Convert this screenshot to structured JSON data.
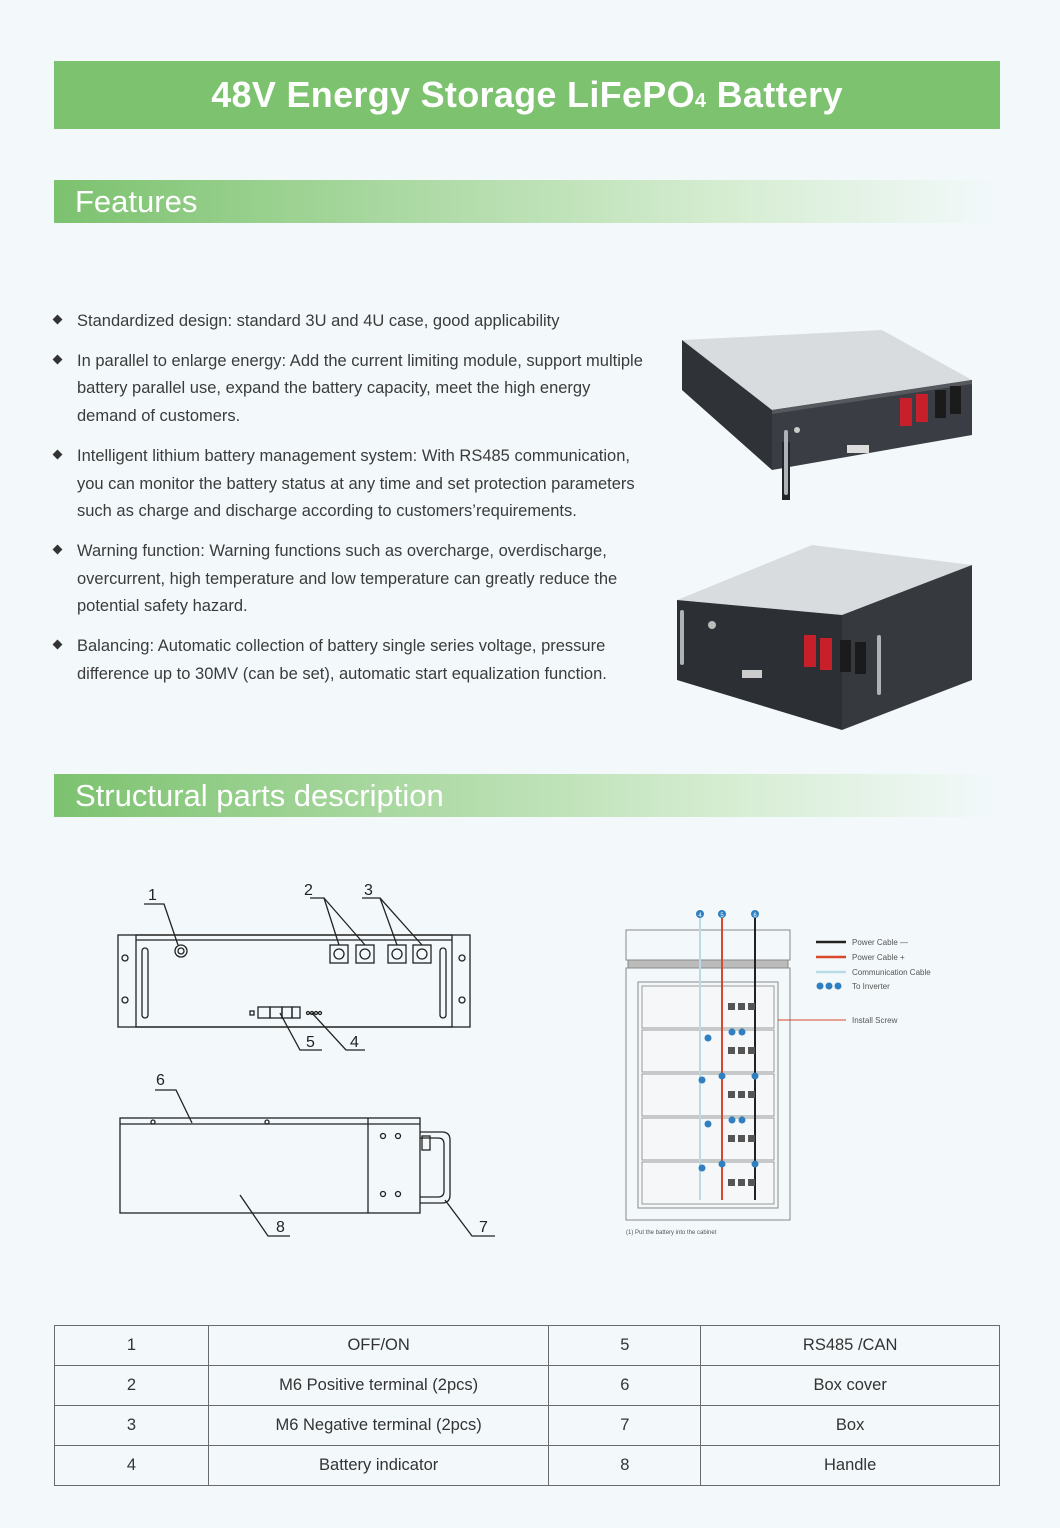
{
  "header": {
    "title_main": "48V Energy Storage LiFePO",
    "title_sub": "4",
    "title_end": " Battery"
  },
  "sections": {
    "features": "Features",
    "structural": "Structural parts description"
  },
  "features": [
    "Standardized design: standard 3U and 4U case, good applicability",
    "In parallel to enlarge energy: Add the current limiting module, support multiple battery parallel use, expand the battery capacity, meet the high energy demand of customers.",
    "Intelligent lithium battery management system:  With RS485 communication, you can monitor the battery status at any time and set protection parameters such as charge and discharge according to customers’requirements.",
    "Warning function: Warning functions such as overcharge, overdischarge, overcurrent, high temperature and low temperature can greatly reduce the potential safety hazard.",
    "Balancing: Automatic collection of battery single series voltage, pressure difference up to 30MV (can be set), automatic start equalization function."
  ],
  "diagram_labels": [
    "1",
    "2",
    "3",
    "4",
    "5",
    "6",
    "7",
    "8"
  ],
  "legend": {
    "power_neg": "Power Cable —",
    "power_pos": "Power Cable +",
    "comm": "Communication Cable",
    "inverter": "To Inverter",
    "inverter_nums": [
      "4",
      "5",
      "6"
    ],
    "install": "Install Screw",
    "caption": "(1) Put the battery into the cabinet"
  },
  "parts_table": [
    [
      "1",
      "OFF/ON",
      "5",
      "RS485 /CAN"
    ],
    [
      "2",
      "M6 Positive terminal (2pcs)",
      "6",
      "Box cover"
    ],
    [
      "3",
      "M6 Negative terminal (2pcs)",
      "7",
      "Box"
    ],
    [
      "4",
      "Battery indicator",
      "8",
      "Handle"
    ]
  ],
  "colors": {
    "accent": "#7cc26f",
    "power_neg": "#222222",
    "power_pos": "#d9482b",
    "comm": "#b9dbe8",
    "badge": "#2f7fc1"
  }
}
